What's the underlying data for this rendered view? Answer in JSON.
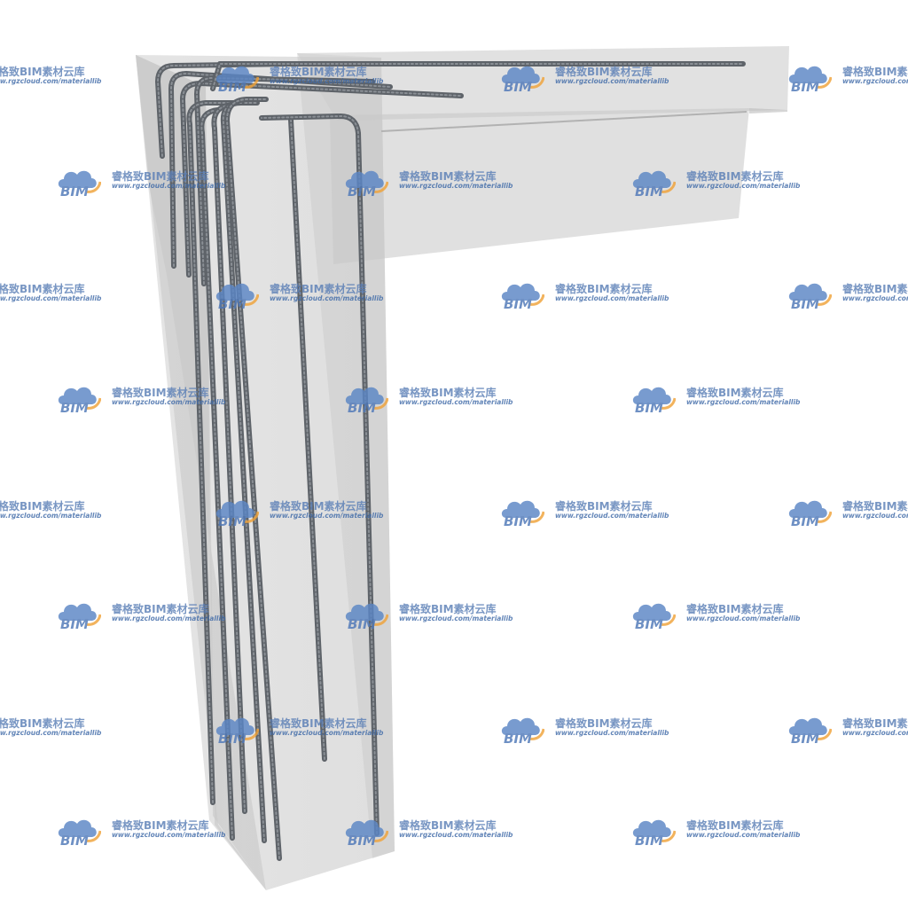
{
  "watermark": {
    "title": "睿格致BIM素材云库",
    "url": "www.rgzcloud.com/materiallib",
    "logo_text": "BIM",
    "colors": {
      "cloud": "#5b86c5",
      "arc": "#f0a33a",
      "text": "#4f78b8"
    }
  },
  "scene": {
    "concrete_color": "#c9c9c9",
    "rebar_color": "#5e6369"
  }
}
